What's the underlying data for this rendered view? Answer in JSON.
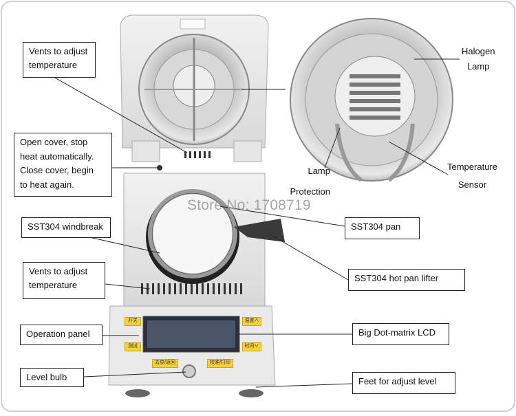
{
  "labels": {
    "vents_top": "Vents to adjust\ntemperature",
    "open_cover": "Open cover, stop\nheat automatically.\nClose cover, begin\nto heat again.",
    "windbreak": "SST304 windbreak",
    "vents_bottom": "Vents to adjust\ntemperature",
    "operation_panel": "Operation panel",
    "level_bulb": "Level bulb",
    "pan": "SST304 pan",
    "hot_pan_lifter": "SST304 hot pan lifter",
    "lcd": "Big Dot-matrix LCD",
    "feet": "Feet for adjust level",
    "halogen_lamp": "Halogen\nLamp",
    "lamp_protection": "Lamp\nProtection",
    "temperature_sensor": "Temperature\nSensor"
  },
  "watermark": "Store No: 1708719",
  "panel_buttons": [
    "开关",
    "测试",
    "温度∧",
    "时间∨",
    "去皮/返回",
    "校准/打印"
  ],
  "colors": {
    "panel_button": "#f3d23a",
    "device_body": "#e6e6e6",
    "border": "#cfcfcf"
  }
}
